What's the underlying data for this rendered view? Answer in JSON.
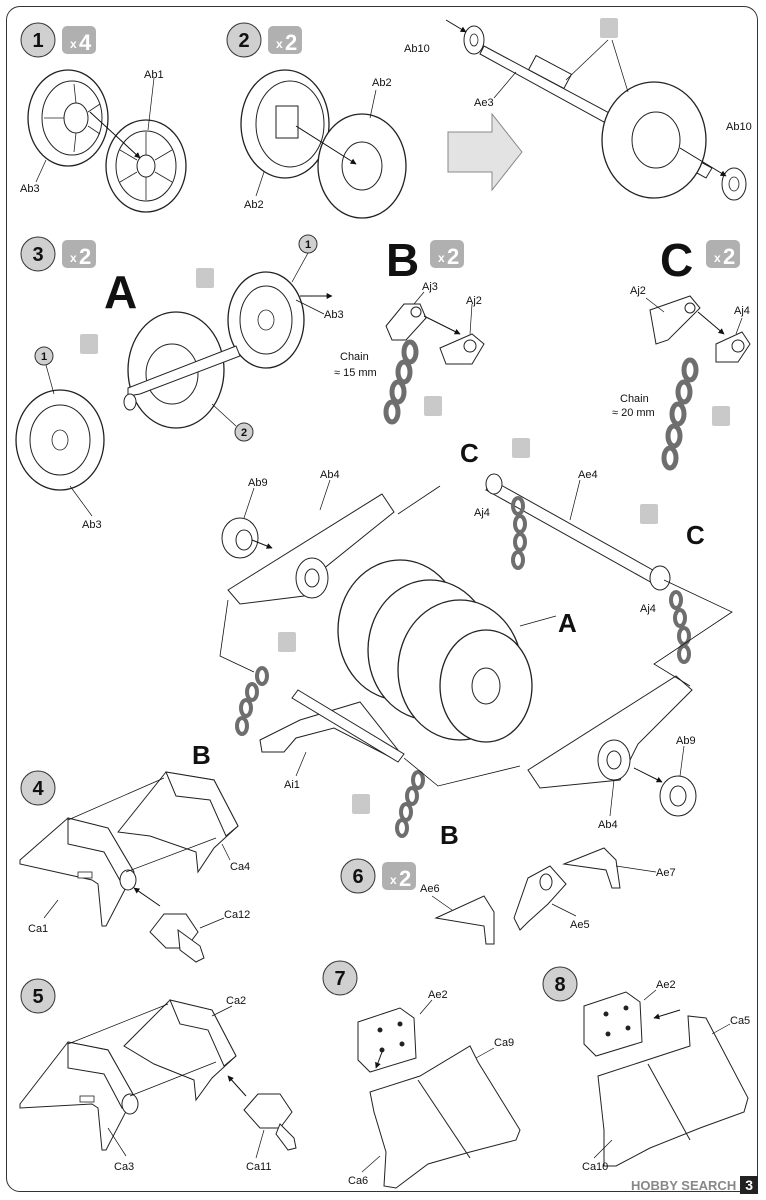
{
  "steps": [
    {
      "num": "1",
      "mult": "4"
    },
    {
      "num": "2",
      "mult": "2"
    },
    {
      "num": "3",
      "mult": "2"
    },
    {
      "num": "4"
    },
    {
      "num": "5"
    },
    {
      "num": "6",
      "mult": "2"
    },
    {
      "num": "7"
    },
    {
      "num": "8"
    }
  ],
  "mult_prefix": "x",
  "subassemblies": {
    "A": {
      "letter": "A"
    },
    "B": {
      "letter": "B",
      "mult": "2"
    },
    "C": {
      "letter": "C",
      "mult": "2"
    }
  },
  "parts": {
    "Ab1": "Ab1",
    "Ab2": "Ab2",
    "Ab3": "Ab3",
    "Ab4": "Ab4",
    "Ab9": "Ab9",
    "Ab10": "Ab10",
    "Ae2": "Ae2",
    "Ae3": "Ae3",
    "Ae4": "Ae4",
    "Ae5": "Ae5",
    "Ae6": "Ae6",
    "Ae7": "Ae7",
    "Aj2": "Aj2",
    "Aj3": "Aj3",
    "Aj4": "Aj4",
    "Ai1": "Ai1",
    "Ca1": "Ca1",
    "Ca2": "Ca2",
    "Ca3": "Ca3",
    "Ca4": "Ca4",
    "Ca5": "Ca5",
    "Ca6": "Ca6",
    "Ca9": "Ca9",
    "Ca10": "Ca10",
    "Ca11": "Ca11",
    "Ca12": "Ca12"
  },
  "callouts": {
    "one": "1",
    "two": "2"
  },
  "chain_b": {
    "label": "Chain",
    "length": "≈ 15 mm"
  },
  "chain_c": {
    "label": "Chain",
    "length": "≈ 20 mm"
  },
  "footer": {
    "brand": "HOBBY SEARCH",
    "page": "3"
  },
  "colors": {
    "badge": "#d0d0d0",
    "mult_box": "#b0b0b0",
    "chain": "#6e6e6e",
    "arrow_fill": "#e3e3e3"
  }
}
